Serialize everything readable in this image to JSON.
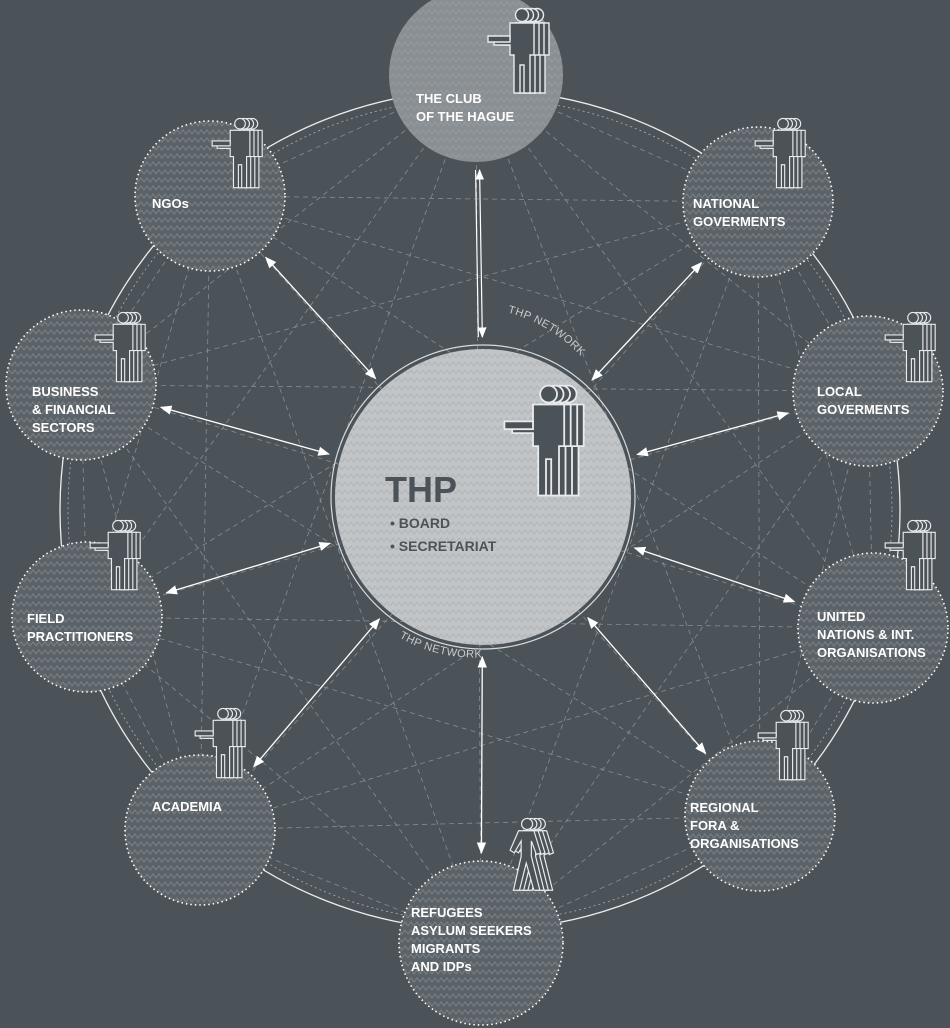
{
  "center": {
    "title": "THP",
    "items": [
      "• BOARD",
      "• SECRETARIAT"
    ],
    "ring_label": "THP NETWORK"
  },
  "nodes": [
    {
      "id": "club",
      "lines": [
        "THE CLUB",
        "OF THE HAGUE"
      ]
    },
    {
      "id": "national",
      "lines": [
        "NATIONAL",
        "GOVERMENTS"
      ]
    },
    {
      "id": "local",
      "lines": [
        "LOCAL",
        "GOVERMENTS"
      ]
    },
    {
      "id": "un",
      "lines": [
        "UNITED",
        "NATIONS & INT.",
        "ORGANISATIONS"
      ]
    },
    {
      "id": "regional",
      "lines": [
        "REGIONAL",
        "FORA &",
        "ORGANISATIONS"
      ]
    },
    {
      "id": "refugees",
      "lines": [
        "REFUGEES",
        "ASYLUM SEEKERS",
        "MIGRANTS",
        "AND IDPs"
      ]
    },
    {
      "id": "academia",
      "lines": [
        "ACADEMIA"
      ]
    },
    {
      "id": "field",
      "lines": [
        "FIELD",
        "PRACTITIONERS"
      ]
    },
    {
      "id": "business",
      "lines": [
        "BUSINESS",
        "& FINANCIAL",
        "SECTORS"
      ]
    },
    {
      "id": "ngos",
      "lines": [
        "NGOs"
      ]
    }
  ],
  "icons": {
    "person": "person-group-icon",
    "walking": "walking-person-icon"
  },
  "colors": {
    "background": "#4b5359",
    "node_fill": "#5f666b",
    "club_fill": "#8a8f93",
    "center_fill": "#c2c5c7",
    "line": "#ffffff"
  }
}
